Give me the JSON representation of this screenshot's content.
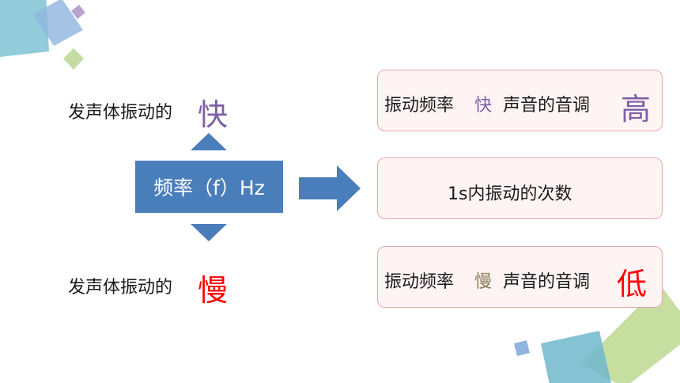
{
  "left": {
    "fast_prefix": "发声体振动的",
    "fast_word": "快",
    "slow_prefix": "发声体振动的",
    "slow_word": "慢",
    "center_label": "频率（f）Hz"
  },
  "cards": {
    "high": {
      "prefix": "振动频率",
      "speed": "快",
      "suffix": "声音的音调",
      "result": "高"
    },
    "definition": "1s内振动的次数",
    "low": {
      "prefix": "振动频率",
      "speed": "慢",
      "suffix": "声音的音调",
      "result": "低"
    }
  },
  "colors": {
    "blue": "#4a7ebb",
    "purple": "#7f5fa5",
    "red": "#ff0000",
    "olive": "#8b7d55",
    "card_border": "#e8a8ac"
  }
}
